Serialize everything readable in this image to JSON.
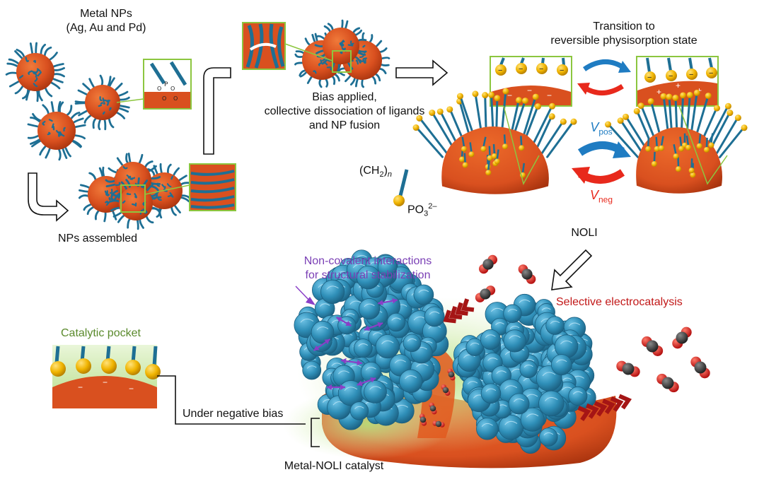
{
  "labels": {
    "metal_nps_title": "Metal NPs",
    "metal_nps_subtitle": "(Ag, Au and Pd)",
    "nps_assembled": "NPs assembled",
    "bias_line1": "Bias applied,",
    "bias_line2": "collective dissociation of ligands",
    "bias_line3": "and NP fusion",
    "transition_line1": "Transition to",
    "transition_line2": "reversible physisorption state",
    "v_pos": "V",
    "v_pos_sub": "pos",
    "v_neg": "V",
    "v_neg_sub": "neg",
    "ligand_formula_ch2": "(CH",
    "ligand_formula_ch2_sub": "2",
    "ligand_formula_close": ")",
    "ligand_formula_n": "n",
    "ligand_po3": "PO",
    "ligand_po3_sub": "3",
    "ligand_po3_sup": "2–",
    "noli": "NOLI",
    "noncovalent_line1": "Non-covalent interactions",
    "noncovalent_line2": "for structural stabilization",
    "selective": "Selective electrocatalysis",
    "catalytic_pocket": "Catalytic pocket",
    "under_negative_bias": "Under negative bias",
    "metal_noli_catalyst": "Metal-NOLI catalyst",
    "inset_minus": "−",
    "inset_plus": "+",
    "phosphonate_o": "O",
    "phosphonate_p": "P"
  },
  "colors": {
    "nanoparticle": "#d9501f",
    "nanoparticle_dark": "#b53812",
    "ligand": "#1e6f94",
    "ligand_head": "#f0b400",
    "inset_border": "#8cc63f",
    "cycle_blue": "#1f7cc2",
    "cycle_red": "#e8291c",
    "cluster_blue": "#2f8fb8",
    "noli_glow": "#a8d870",
    "co2_red": "#d21b1b",
    "co2_grey": "#444444",
    "chevron_red": "#a51515",
    "purple_arrow": "#8a3fc7",
    "text_purple": "#7a3fb5",
    "text_red": "#c21818",
    "text_green": "#5a8a2c",
    "text_blue": "#1f7cc2"
  },
  "icons": [
    "l-shaped-arrow-icon",
    "right-arrow-icon",
    "diagonal-arrow-icon",
    "cycle-arrows-icon",
    "co2-molecule-icon",
    "chevron-arrow-icon",
    "double-headed-arrow-icon"
  ]
}
